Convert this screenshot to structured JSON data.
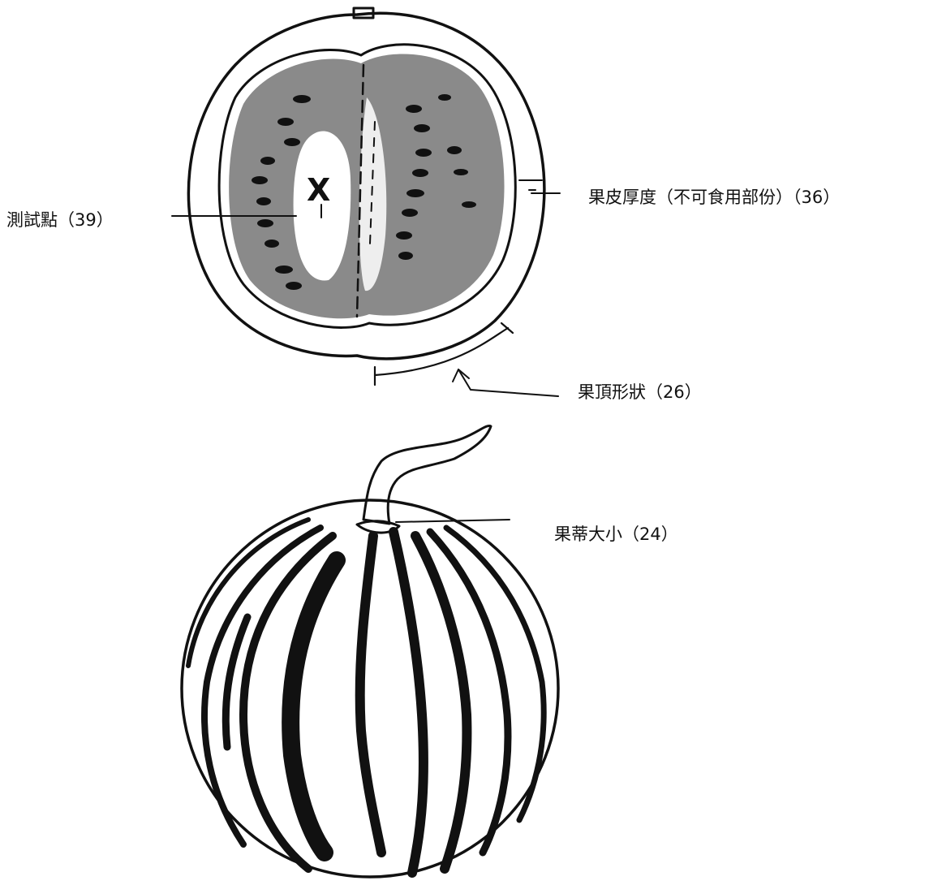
{
  "labels": {
    "test_point": "測試點（39）",
    "rind_thickness": "果皮厚度（不可食用部份）（36）",
    "apex_shape": "果頂形狀（26）",
    "stalk_size": "果蒂大小（24）"
  },
  "colors": {
    "ink": "#111111",
    "background": "#ffffff"
  },
  "marks": {
    "test_point_marker": "X"
  }
}
